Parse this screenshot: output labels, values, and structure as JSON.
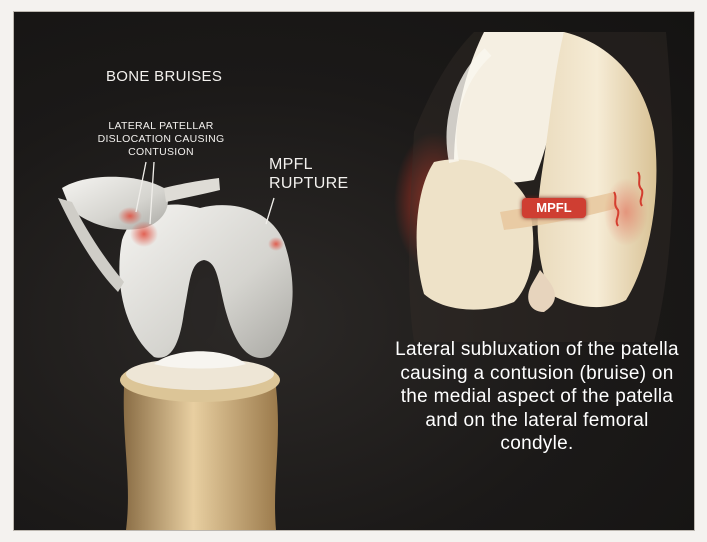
{
  "labels": {
    "title": "BONE BRUISES",
    "lateral_dislocation": "LATERAL PATELLAR DISLOCATION CAUSING CONTUSION",
    "mpfl_rupture": "MPFL RUPTURE",
    "mpfl_tag": "MPFL"
  },
  "description": "Lateral subluxation of the patella causing a contusion (bruise) on the medial aspect of the patella and on the lateral femoral condyle."
}
